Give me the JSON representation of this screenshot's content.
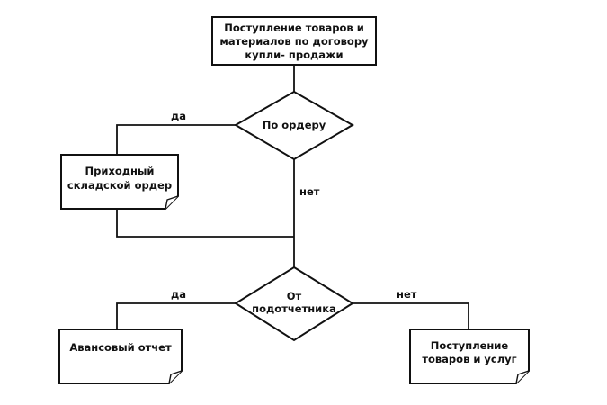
{
  "nodes": {
    "start": {
      "lines": [
        "Поступление товаров и",
        "материалов по договору",
        "купли- продажи"
      ]
    },
    "decision1": {
      "lines": [
        "По ордеру"
      ]
    },
    "doc_order": {
      "lines": [
        "Приходный",
        "складской ордер"
      ]
    },
    "decision2": {
      "lines": [
        "От",
        "подотчетника"
      ]
    },
    "doc_advance": {
      "lines": [
        "Авансовый отчет"
      ]
    },
    "doc_goods": {
      "lines": [
        "Поступление",
        "товаров и услуг"
      ]
    }
  },
  "edges": {
    "d1_yes": "да",
    "d1_no": "нет",
    "d2_yes": "да",
    "d2_no": "нет"
  }
}
